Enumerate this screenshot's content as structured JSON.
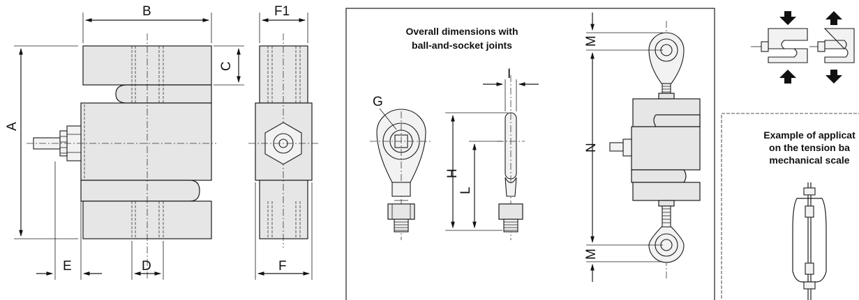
{
  "diagram": {
    "dimension_labels": {
      "A": "A",
      "B": "B",
      "C": "C",
      "D": "D",
      "E": "E",
      "F": "F",
      "F1": "F1",
      "G": "G",
      "H": "H",
      "I": "I",
      "L": "L",
      "M_top": "M",
      "M_bottom": "M",
      "N": "N"
    },
    "joints_caption": {
      "line1": "Overall dimensions with",
      "line2": "ball-and-socket joints"
    },
    "application_caption": {
      "line1": "Example of applicat",
      "line2": "on the tension ba",
      "line3": "mechanical scale"
    }
  }
}
